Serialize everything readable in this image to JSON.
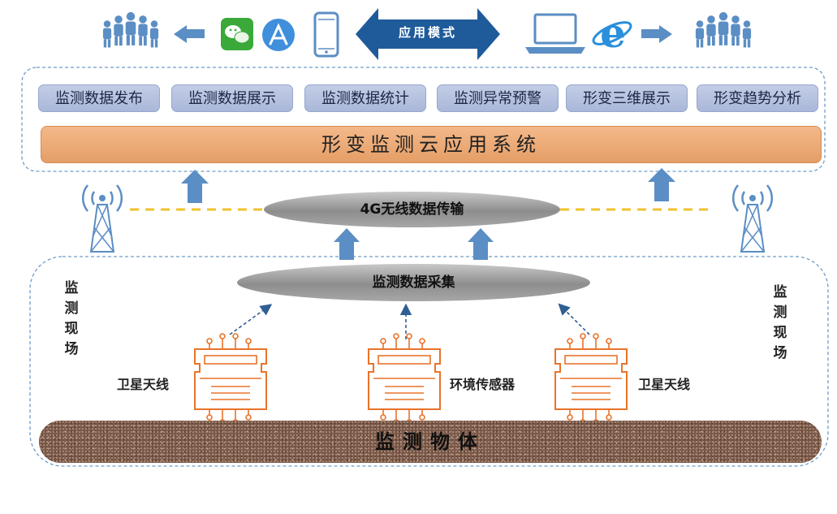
{
  "mode": {
    "label": "应用模式"
  },
  "functions": [
    "监测数据发布",
    "监测数据展示",
    "监测数据统计",
    "监测异常预警",
    "形变三维展示",
    "形变趋势分析"
  ],
  "cloud_system": "形变监测云应用系统",
  "transmission": "4G无线数据传输",
  "collection": "监测数据采集",
  "site_label_left": [
    "监",
    "测",
    "现",
    "场"
  ],
  "site_label_right": [
    "监",
    "测",
    "现",
    "场"
  ],
  "sensors": [
    {
      "label": "卫星天线"
    },
    {
      "label": "环境传感器"
    },
    {
      "label": "卫星天线"
    }
  ],
  "monitored_object": "监测物体",
  "colors": {
    "arrow_blue": "#5b8ec4",
    "dark_blue": "#1f5b9a",
    "sensor_orange": "#e8732a",
    "dash_line": "#f2c12e",
    "border_dash": "#6f9cc6",
    "func_box": "#b5c1df",
    "cloud_app": "#ecaa78"
  },
  "icons": [
    "users-group-icon",
    "wechat-icon",
    "app-store-icon",
    "smartphone-icon",
    "laptop-icon",
    "ie-browser-icon",
    "signal-tower-icon",
    "sensor-chip-icon"
  ]
}
